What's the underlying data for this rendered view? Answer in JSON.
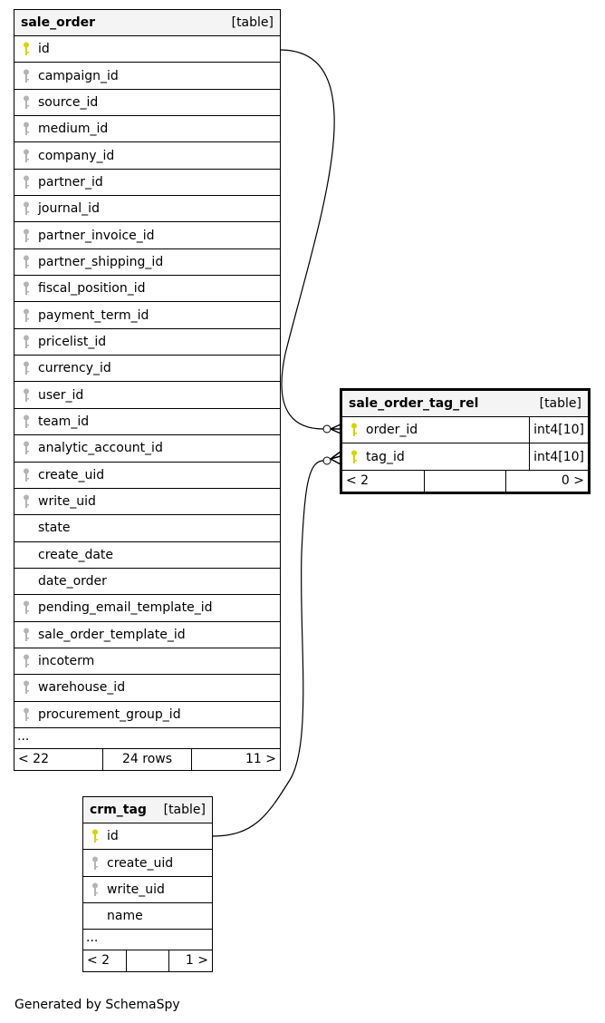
{
  "tables": [
    {
      "id": "sale_order",
      "name": "sale_order",
      "kind": "[table]",
      "columns": [
        {
          "name": "id",
          "key": "pk"
        },
        {
          "name": "campaign_id",
          "key": "fk"
        },
        {
          "name": "source_id",
          "key": "fk"
        },
        {
          "name": "medium_id",
          "key": "fk"
        },
        {
          "name": "company_id",
          "key": "fk"
        },
        {
          "name": "partner_id",
          "key": "fk"
        },
        {
          "name": "journal_id",
          "key": "fk"
        },
        {
          "name": "partner_invoice_id",
          "key": "fk"
        },
        {
          "name": "partner_shipping_id",
          "key": "fk"
        },
        {
          "name": "fiscal_position_id",
          "key": "fk"
        },
        {
          "name": "payment_term_id",
          "key": "fk"
        },
        {
          "name": "pricelist_id",
          "key": "fk"
        },
        {
          "name": "currency_id",
          "key": "fk"
        },
        {
          "name": "user_id",
          "key": "fk"
        },
        {
          "name": "team_id",
          "key": "fk"
        },
        {
          "name": "analytic_account_id",
          "key": "fk"
        },
        {
          "name": "create_uid",
          "key": "fk"
        },
        {
          "name": "write_uid",
          "key": "fk"
        },
        {
          "name": "state",
          "key": ""
        },
        {
          "name": "create_date",
          "key": ""
        },
        {
          "name": "date_order",
          "key": ""
        },
        {
          "name": "pending_email_template_id",
          "key": "fk"
        },
        {
          "name": "sale_order_template_id",
          "key": "fk"
        },
        {
          "name": "incoterm",
          "key": "fk"
        },
        {
          "name": "warehouse_id",
          "key": "fk"
        },
        {
          "name": "procurement_group_id",
          "key": "fk"
        }
      ],
      "more": "...",
      "footer": {
        "left": "< 22",
        "mid": "24 rows",
        "right": "11 >"
      }
    },
    {
      "id": "sale_order_tag_rel",
      "name": "sale_order_tag_rel",
      "kind": "[table]",
      "columns": [
        {
          "name": "order_id",
          "key": "pk",
          "type": "int4[10]"
        },
        {
          "name": "tag_id",
          "key": "pk",
          "type": "int4[10]"
        }
      ],
      "footer": {
        "left": "< 2",
        "mid": "",
        "right": "0 >"
      }
    },
    {
      "id": "crm_tag",
      "name": "crm_tag",
      "kind": "[table]",
      "columns": [
        {
          "name": "id",
          "key": "pk"
        },
        {
          "name": "create_uid",
          "key": "fk"
        },
        {
          "name": "write_uid",
          "key": "fk"
        },
        {
          "name": "name",
          "key": ""
        }
      ],
      "more": "...",
      "footer": {
        "left": "< 2",
        "mid": "",
        "right": "1 >"
      }
    }
  ],
  "colors": {
    "pk": "#d4d400",
    "fk": "#b4b4b4"
  },
  "generated_by": "Generated by SchemaSpy"
}
